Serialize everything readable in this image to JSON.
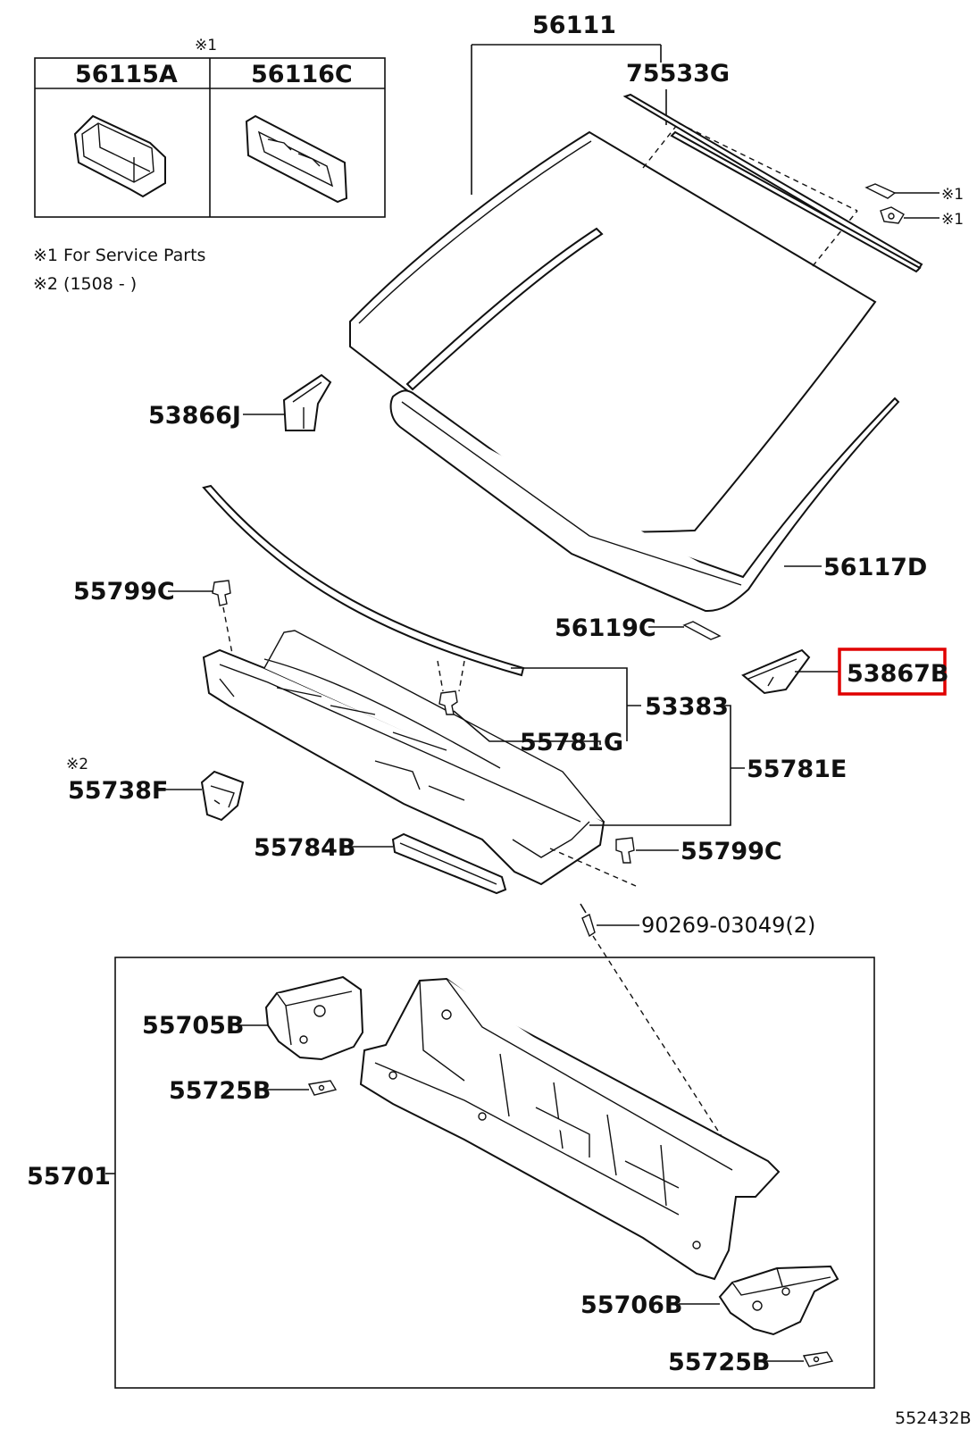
{
  "legend": {
    "note1_mark": "※1",
    "note1_text": "※1 For Service Parts",
    "note2_text": "※2 (1508 -      )",
    "note2_mark": "※2"
  },
  "inset": {
    "left_part": "56115A",
    "right_part": "56116C"
  },
  "labels": {
    "p56111": "56111",
    "p75533G": "75533G",
    "p53866J": "53866J",
    "p56117D": "56117D",
    "p55799C_top": "55799C",
    "p56119C": "56119C",
    "p53867B": "53867B",
    "p53383": "53383",
    "p55781G": "55781G",
    "p55781E": "55781E",
    "p55738F": "55738F",
    "p55784B": "55784B",
    "p55799C_bottom": "55799C",
    "p90269": "90269-03049(2)",
    "p55705B": "55705B",
    "p55725B_top": "55725B",
    "p55701": "55701",
    "p55706B": "55706B",
    "p55725B_bottom": "55725B"
  },
  "side_marks": {
    "mark_a": "※1",
    "mark_b": "※1"
  },
  "highlight": {
    "part": "53867B",
    "color": "#e00000"
  },
  "diagram_ref": "552432B"
}
